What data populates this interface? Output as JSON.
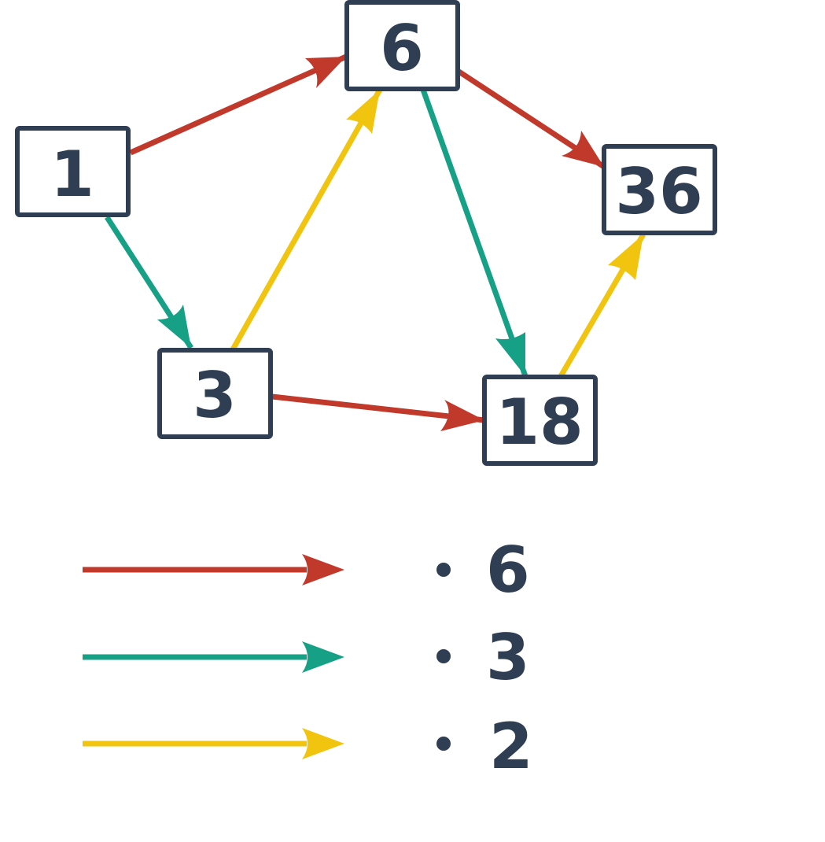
{
  "colors": {
    "ink": "#2f3e52",
    "red": "#c0392b",
    "green": "#16a085",
    "yellow": "#f1c40f"
  },
  "nodes": [
    {
      "id": "n1",
      "label": "1"
    },
    {
      "id": "n6",
      "label": "6"
    },
    {
      "id": "n3",
      "label": "3"
    },
    {
      "id": "n36",
      "label": "36"
    },
    {
      "id": "n18",
      "label": "18"
    }
  ],
  "edges": [
    {
      "from": "1",
      "to": "6",
      "color": "red"
    },
    {
      "from": "1",
      "to": "3",
      "color": "green"
    },
    {
      "from": "3",
      "to": "6",
      "color": "yellow"
    },
    {
      "from": "6",
      "to": "36",
      "color": "red"
    },
    {
      "from": "6",
      "to": "18",
      "color": "green"
    },
    {
      "from": "3",
      "to": "18",
      "color": "red"
    },
    {
      "from": "18",
      "to": "36",
      "color": "yellow"
    }
  ],
  "legend": [
    {
      "color": "red",
      "label": "6"
    },
    {
      "color": "green",
      "label": "3"
    },
    {
      "color": "yellow",
      "label": "2"
    }
  ]
}
